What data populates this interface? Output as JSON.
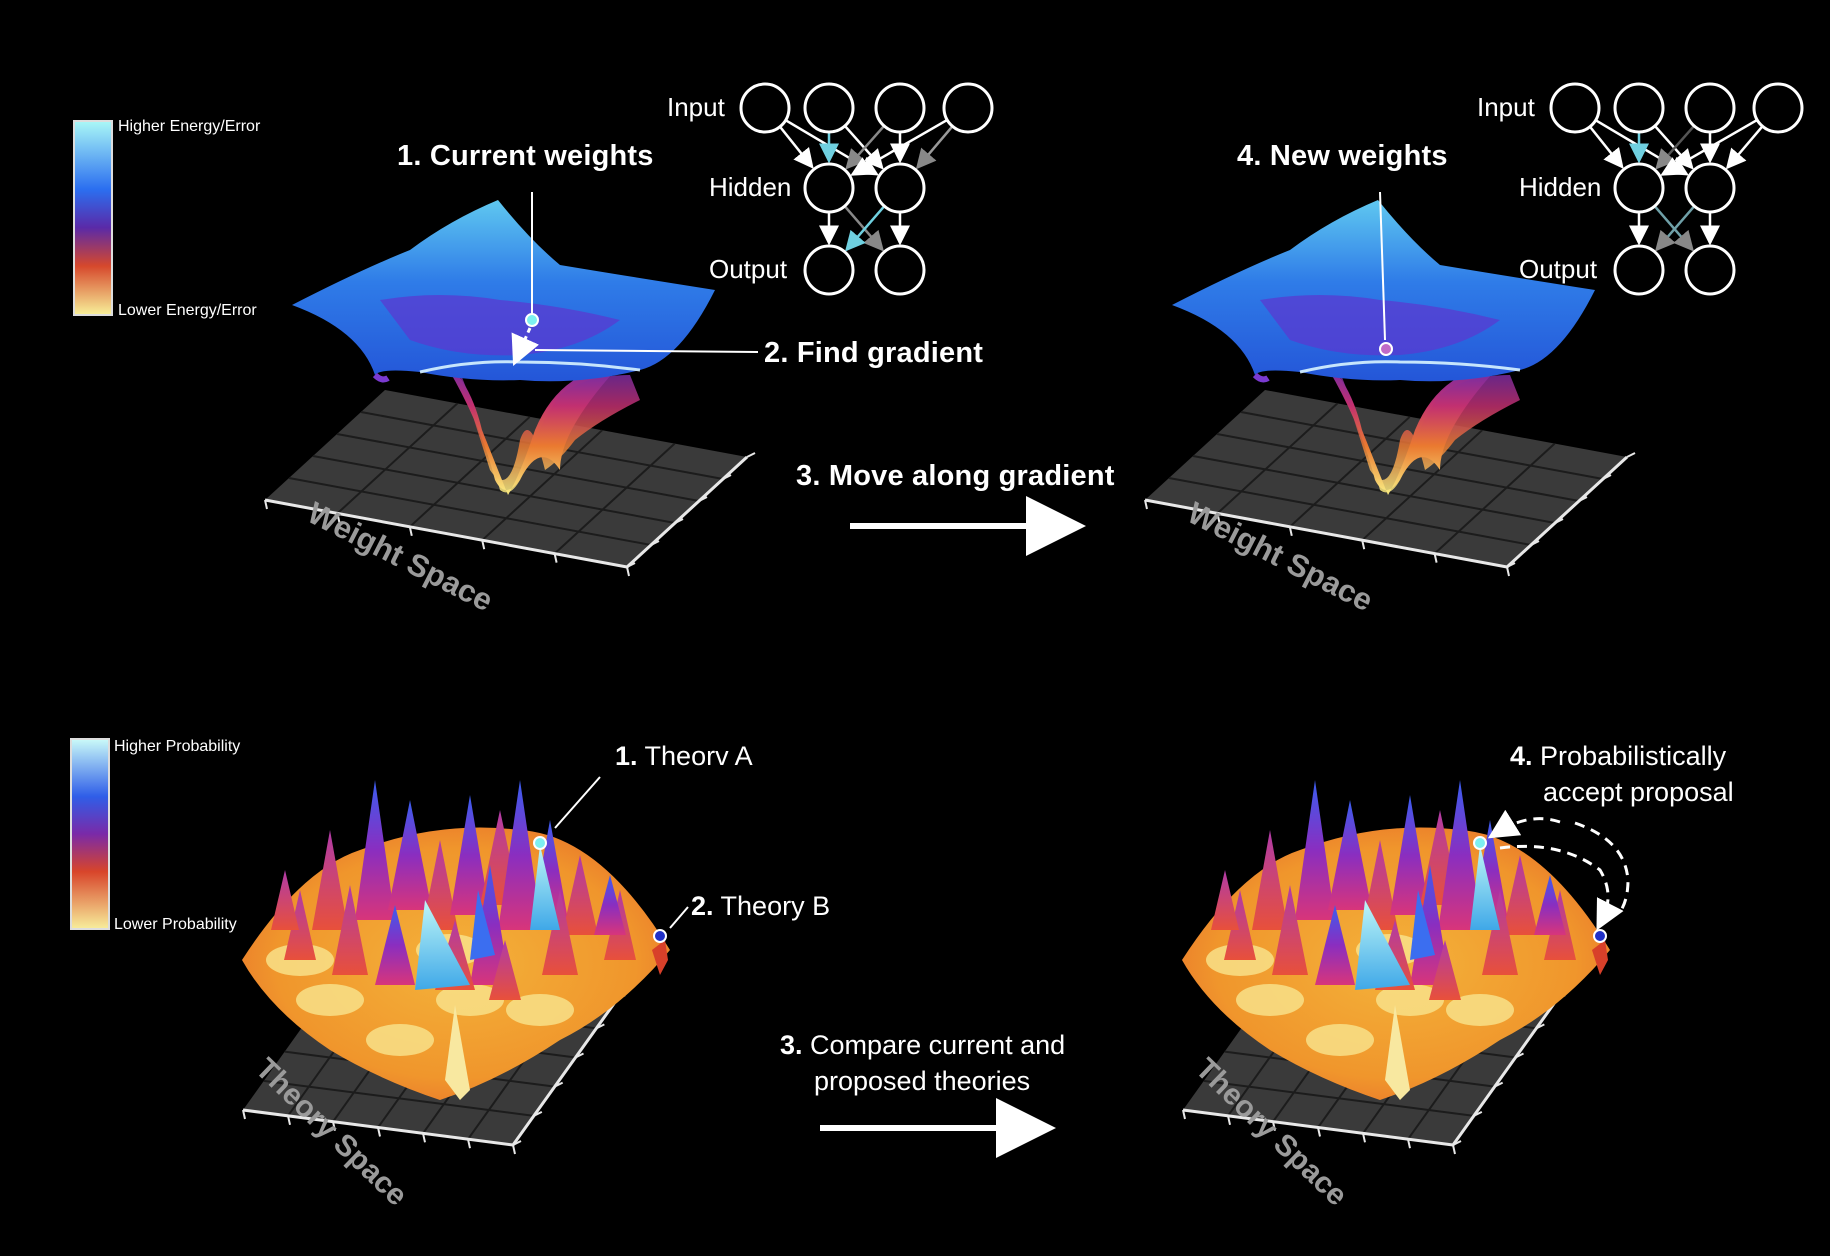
{
  "colors": {
    "background": "#000000",
    "energy_high": "#9ff5f5",
    "energy_mid": "#2b6ff0",
    "energy_low": "#f5e070",
    "prob_high": "#bff7f7",
    "prob_mid": "#c22a8a",
    "prob_low": "#f7e27a"
  },
  "icons": {
    "arrow": "right-arrow-icon",
    "marker": "circle-marker-icon"
  },
  "top": {
    "colorbar": {
      "high_label": "Higher Energy/Error",
      "low_label": "Lower Energy/Error"
    },
    "step1": "1. Current weights",
    "step2": "2. Find gradient",
    "step3": "3. Move along gradient",
    "step4": "4. New weights",
    "floor_label": "Weight Space",
    "network": {
      "input": "Input",
      "hidden": "Hidden",
      "output": "Output"
    }
  },
  "bottom": {
    "colorbar": {
      "high_label": "Higher Probability",
      "low_label": "Lower Probability"
    },
    "step1_num": "1.",
    "step1_text": "Theorv A",
    "step2_num": "2.",
    "step2_text": "Theory B",
    "step3_num": "3.",
    "step3_line1": "Compare current and",
    "step3_line2": "proposed theories",
    "step4_num": "4.",
    "step4_line1": "Probabilistically",
    "step4_line2": "accept proposal",
    "floor_label": "Theory Space"
  }
}
